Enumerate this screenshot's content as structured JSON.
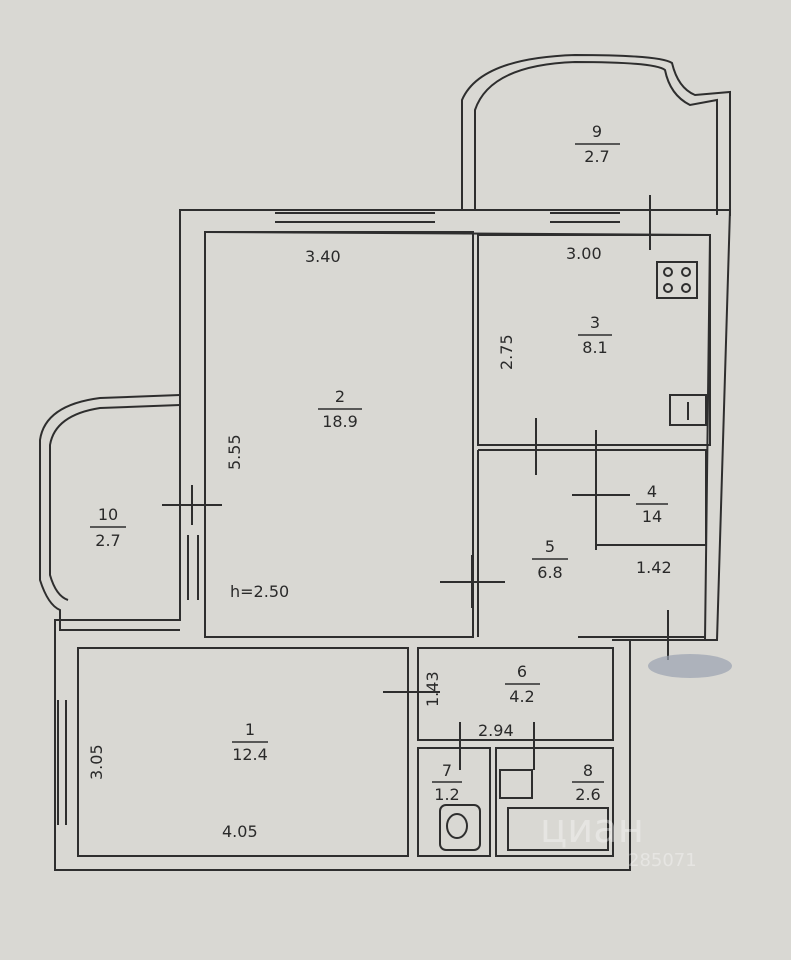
{
  "floor_plan": {
    "rooms": [
      {
        "number": "1",
        "area": "12.4"
      },
      {
        "number": "2",
        "area": "18.9"
      },
      {
        "number": "3",
        "area": "8.1"
      },
      {
        "number": "4",
        "area": "14"
      },
      {
        "number": "5",
        "area": "6.8"
      },
      {
        "number": "6",
        "area": "4.2"
      },
      {
        "number": "7",
        "area": "1.2"
      },
      {
        "number": "8",
        "area": "2.6"
      },
      {
        "number": "9",
        "area": "2.7"
      },
      {
        "number": "10",
        "area": "2.7"
      }
    ],
    "dimensions": {
      "room2_width": "3.40",
      "room2_length": "5.55",
      "room3_width": "3.00",
      "room3_length": "2.75",
      "corridor_length": "1.42",
      "room6_length": "1.43",
      "room6_width": "2.94",
      "room1_width": "4.05",
      "room1_length": "3.05"
    },
    "ceiling_height": "h=2.50",
    "watermark": {
      "brand": "циан",
      "id": "285071"
    },
    "colors": {
      "paper": "#d9d8d3",
      "ink": "#2a2a2a"
    }
  }
}
